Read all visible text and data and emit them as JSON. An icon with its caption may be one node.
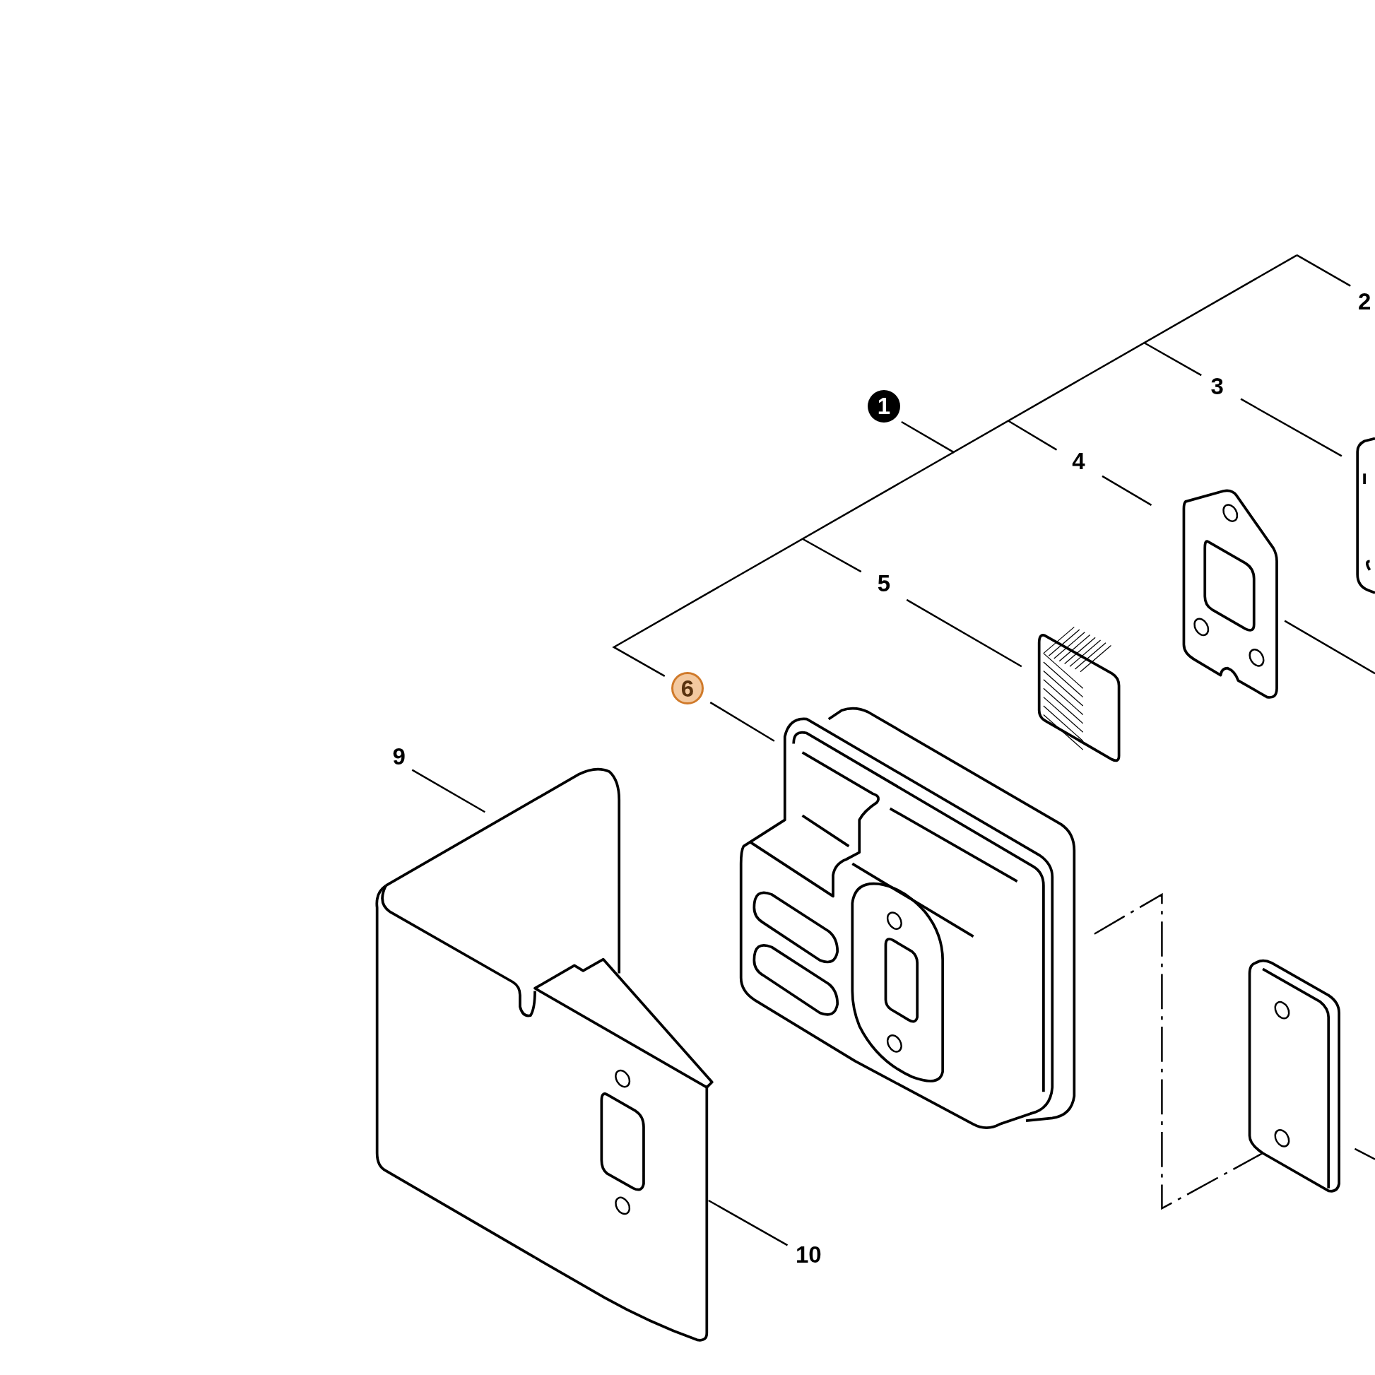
{
  "diagram": {
    "nodes": [
      {
        "text": [
          "1"
        ]
      },
      {
        "text": [
          "2"
        ]
      },
      {
        "text": [
          "3"
        ]
      },
      {
        "text": [],
        "shape": "picture"
      },
      {
        "text": [
          "4"
        ]
      },
      {
        "text": [],
        "shape": "picture"
      },
      {
        "text": [
          "5"
        ]
      },
      {
        "text": [],
        "shape": "picture"
      },
      {
        "text": [
          "6"
        ]
      },
      {
        "text": [],
        "shape": "picture"
      },
      {
        "text": [
          "9"
        ]
      },
      {
        "text": [],
        "shape": "picture"
      },
      {
        "text": [
          "10"
        ]
      },
      {
        "text": [],
        "shape": "picture"
      },
      {
        "text": [],
        "shape": "picture"
      }
    ],
    "edges": [
      {
        "from": 0,
        "to": null,
        "arrow": "none"
      },
      {
        "from": 1,
        "to": null,
        "arrow": "none"
      },
      {
        "from": 2,
        "to": 3,
        "arrow": "none"
      },
      {
        "from": 4,
        "to": 5,
        "arrow": "none"
      },
      {
        "from": 6,
        "to": 7,
        "arrow": "none"
      },
      {
        "from": 8,
        "to": 9,
        "arrow": "none"
      },
      {
        "from": 10,
        "to": 11,
        "arrow": "none"
      },
      {
        "from": 12,
        "to": 13,
        "arrow": "none"
      },
      {
        "from": null,
        "to": 5,
        "arrow": "none"
      },
      {
        "from": 14,
        "to": null,
        "arrow": "none"
      }
    ]
  }
}
